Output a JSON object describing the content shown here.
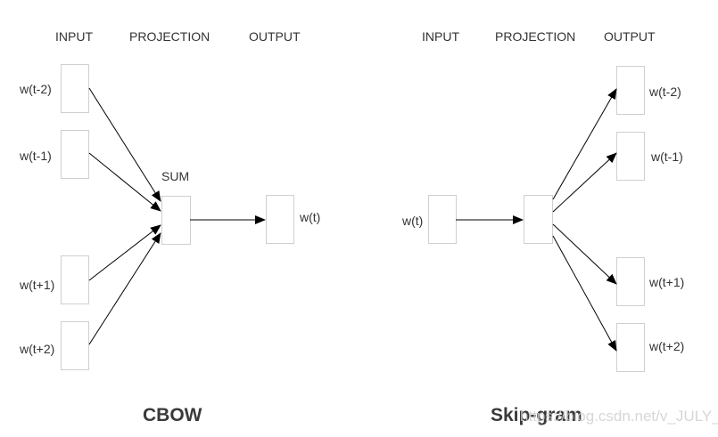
{
  "cbow": {
    "title": "CBOW",
    "headers": {
      "input": "INPUT",
      "projection": "PROJECTION",
      "output": "OUTPUT"
    },
    "projection_label": "SUM",
    "inputs": [
      "w(t-2)",
      "w(t-1)",
      "w(t+1)",
      "w(t+2)"
    ],
    "output": "w(t)"
  },
  "skipgram": {
    "title": "Skip-gram",
    "headers": {
      "input": "INPUT",
      "projection": "PROJECTION",
      "output": "OUTPUT"
    },
    "input": "w(t)",
    "outputs": [
      "w(t-2)",
      "w(t-1)",
      "w(t+1)",
      "w(t+2)"
    ]
  },
  "watermark": "https://blog.csdn.net/v_JULY_v"
}
